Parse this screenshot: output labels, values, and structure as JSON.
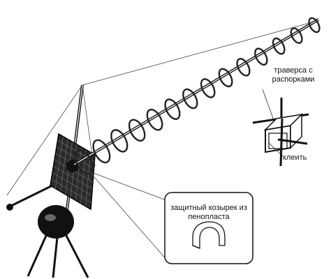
{
  "labels": {
    "traverse": "траверса с\nраспорками",
    "traverse_line1": "траверса с",
    "traverse_line2": "распорками",
    "glue": "клеить",
    "visor_line1": "защитный козырек из",
    "visor_line2": "пенопласта"
  },
  "colors": {
    "ink": "#111111",
    "paper": "#ffffff",
    "helix": "#222222",
    "reflector": "#333333"
  },
  "icons": [
    "helix-antenna",
    "mesh-reflector",
    "mast-tripod",
    "boom-cross-section",
    "foam-visor"
  ]
}
